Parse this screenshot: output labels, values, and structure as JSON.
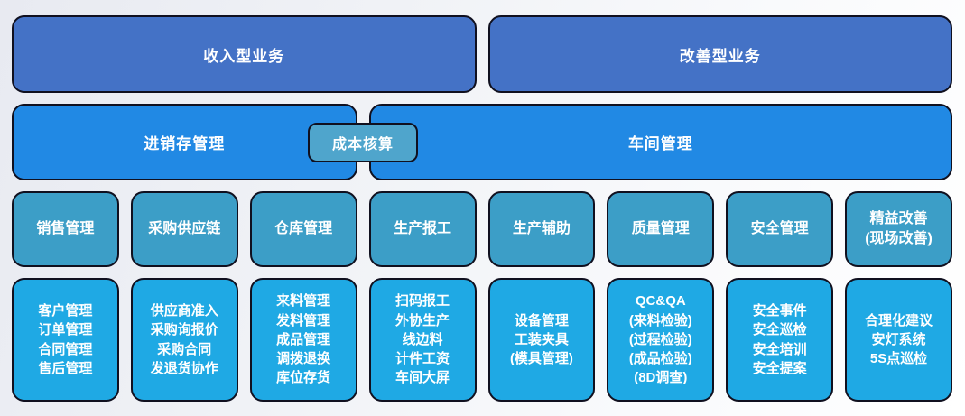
{
  "palette": {
    "header_fill": "#4472c6",
    "level2_fill": "#2189e4",
    "category_fill": "#3c9ec7",
    "detail_fill": "#1fa9e4",
    "cost_overlay_fill": "#4fa5cc",
    "border": "#10101f",
    "text": "#ffffff"
  },
  "headers": [
    {
      "label": "收入型业务"
    },
    {
      "label": "改善型业务"
    }
  ],
  "level2": [
    {
      "label": "进销存管理"
    },
    {
      "label": "车间管理"
    }
  ],
  "overlay": {
    "label": "成本核算"
  },
  "categories": [
    {
      "label": "销售管理",
      "details": [
        "客户管理",
        "订单管理",
        "合同管理",
        "售后管理"
      ]
    },
    {
      "label": "采购供应链",
      "details": [
        "供应商准入",
        "采购询报价",
        "采购合同",
        "发退货协作"
      ]
    },
    {
      "label": "仓库管理",
      "details": [
        "来料管理",
        "发料管理",
        "成品管理",
        "调拨退换",
        "库位存货"
      ]
    },
    {
      "label": "生产报工",
      "details": [
        "扫码报工",
        "外协生产",
        "线边料",
        "计件工资",
        "车间大屏"
      ]
    },
    {
      "label": "生产辅助",
      "details": [
        "设备管理",
        "工装夹具",
        "(模具管理)"
      ]
    },
    {
      "label": "质量管理",
      "details": [
        "QC&QA",
        "(来料检验)",
        "(过程检验)",
        "(成品检验)",
        "(8D调查)"
      ]
    },
    {
      "label": "安全管理",
      "details": [
        "安全事件",
        "安全巡检",
        "安全培训",
        "安全提案"
      ]
    },
    {
      "label": "精益改善\n(现场改善)",
      "details": [
        "合理化建议",
        "安灯系统",
        "5S点巡检"
      ]
    }
  ]
}
